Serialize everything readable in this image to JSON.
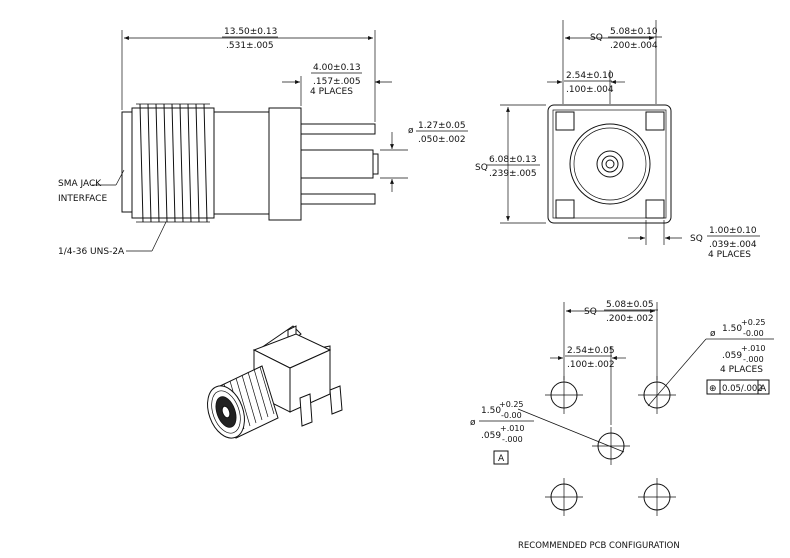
{
  "side_view": {
    "overall_length": {
      "nominal": "13.50±0.13",
      "inch": ".531±.005"
    },
    "post_length": {
      "nominal": "4.00±0.13",
      "inch": ".157±.005",
      "note": "4 PLACES"
    },
    "pin_diameter": {
      "symbol": "ø",
      "nominal": "1.27±0.05",
      "inch": ".050±.002"
    },
    "label_interface_1": "SMA JACK",
    "label_interface_2": "INTERFACE",
    "label_thread": "1/4-36 UNS-2A"
  },
  "end_view": {
    "sq_outer": {
      "prefix": "SQ",
      "nominal": "5.08±0.10",
      "inch": ".200±.004"
    },
    "post_spacing": {
      "nominal": "2.54±0.10",
      "inch": ".100±.004"
    },
    "body_sq": {
      "prefix": "SQ",
      "nominal": "6.08±0.13",
      "inch": ".239±.005"
    },
    "post_sq": {
      "prefix": "SQ",
      "nominal": "1.00±0.10",
      "inch": ".039±.004",
      "note": "4 PLACES"
    }
  },
  "pcb": {
    "sq": {
      "prefix": "SQ",
      "nominal": "5.08±0.05",
      "inch": ".200±.002"
    },
    "spacing": {
      "nominal": "2.54±0.05",
      "inch": ".100±.002"
    },
    "hole_outer": {
      "symbol": "ø",
      "nominal": "1.50",
      "plus": "+0.25",
      "minus": "-0.00",
      "inch": ".059",
      "inch_plus": "+.010",
      "inch_minus": "-.000",
      "note": "4 PLACES"
    },
    "position_tol": {
      "symbol": "⊕",
      "value": "0.05/.002",
      "datum": "A"
    },
    "hole_center": {
      "symbol": "ø",
      "nominal": "1.50",
      "plus": "+0.25",
      "minus": "-0.00",
      "inch": ".059",
      "inch_plus": "+.010",
      "inch_minus": "-.000"
    },
    "datum_label": "A",
    "caption": "RECOMMENDED PCB CONFIGURATION"
  }
}
